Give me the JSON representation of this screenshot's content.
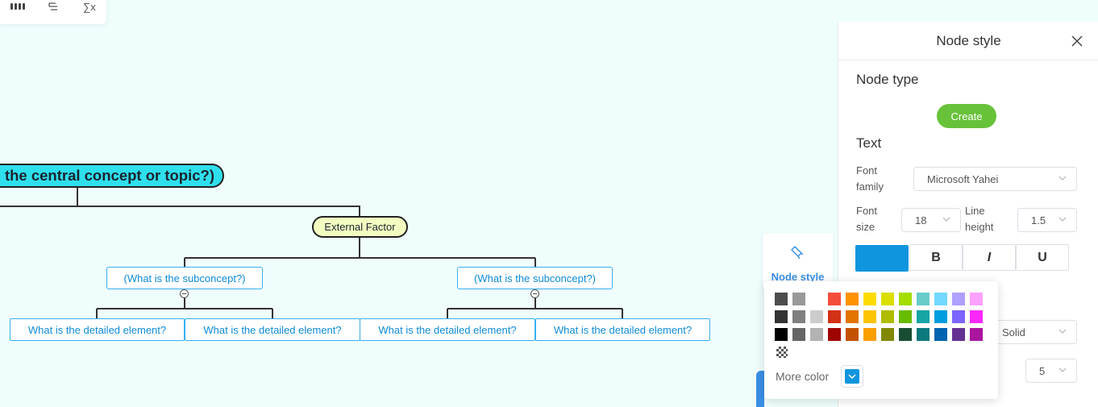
{
  "toolbar": {
    "icons": [
      "grid-icon",
      "structure-icon",
      "formula-icon"
    ],
    "formula_glyph": "∑x"
  },
  "mindmap": {
    "root_text": "the central concept or topic?)",
    "external_factor": "External Factor",
    "subconcept_left": "(What is the subconcept?)",
    "subconcept_right": "(What is the subconcept?)",
    "details": [
      "What is the detailed element?",
      "What is the detailed element?",
      "What is the detailed element?",
      "What is the detailed element?"
    ],
    "colors": {
      "root": "#2ee0ec",
      "external": "#f3ffc0",
      "node_border": "#37b0f0",
      "node_text": "#0e8bd6"
    }
  },
  "side_tab": {
    "label": "Node style",
    "icon": "paint-brush-icon"
  },
  "panel": {
    "title": "Node style",
    "node_type_title": "Node type",
    "create_label": "Create",
    "text_title": "Text",
    "font_family_label": [
      "Font",
      "family"
    ],
    "font_family_value": "Microsoft Yahei",
    "font_size_label": [
      "Font",
      "size"
    ],
    "font_size_value": "18",
    "line_height_label": [
      "Line",
      "height"
    ],
    "line_height_value": "1.5",
    "bold": "B",
    "italic": "I",
    "underline": "U",
    "border_style_value": "Solid",
    "border_width_value": "5",
    "current_color": "#0f95de"
  },
  "color_picker": {
    "more_color_label": "More color",
    "colors": [
      [
        "#4d4d4d",
        "#999999",
        "#ffffff",
        "#f44e3b",
        "#fe9200",
        "#fcdc00",
        "#dbdf00",
        "#a4dd00",
        "#68ccca",
        "#73d8ff",
        "#aea1ff",
        "#fda1ff"
      ],
      [
        "#333333",
        "#808080",
        "#cccccc",
        "#d33115",
        "#e27300",
        "#fcc400",
        "#b0bc00",
        "#68bc00",
        "#16a5a5",
        "#009ce0",
        "#7b64ff",
        "#fa28ff"
      ],
      [
        "#000000",
        "#666666",
        "#b3b3b3",
        "#9f0500",
        "#c45100",
        "#fb9e00",
        "#808900",
        "#194d33",
        "#0c797d",
        "#0062b1",
        "#653294",
        "#ab149e"
      ]
    ]
  }
}
